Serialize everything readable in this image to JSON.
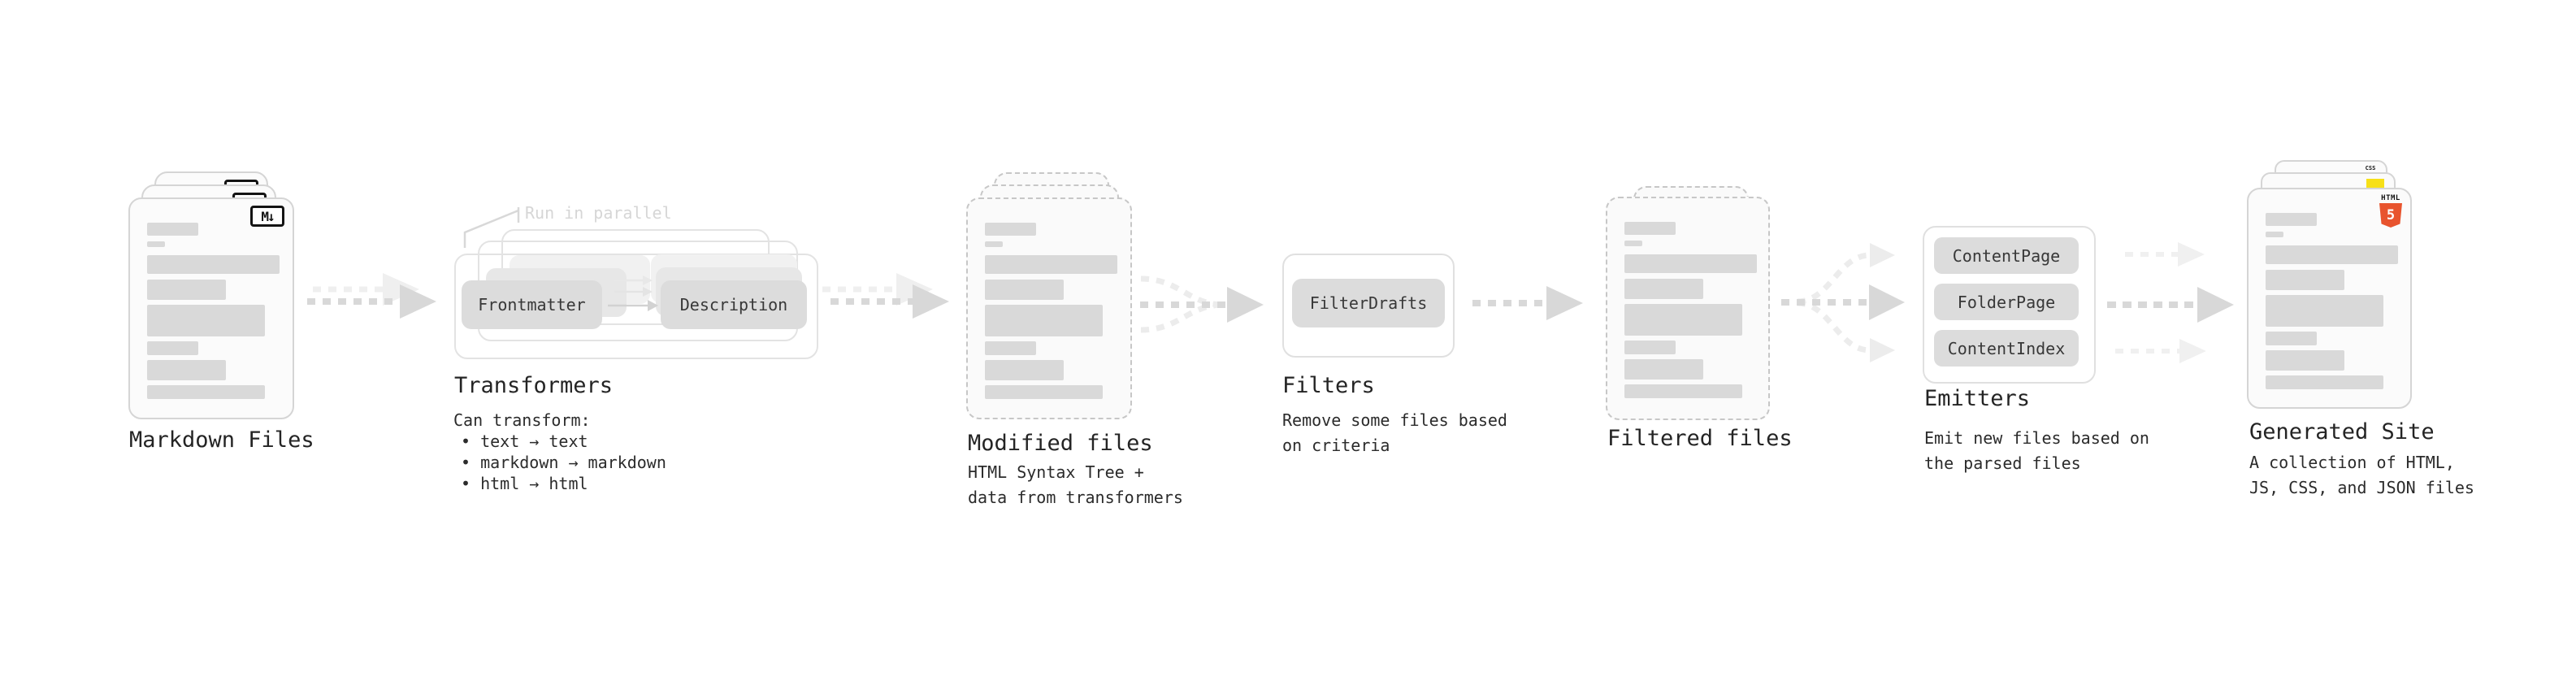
{
  "stages": {
    "markdown_files": {
      "label": "Markdown Files",
      "badge": "M↓"
    },
    "transformers": {
      "label": "Transformers",
      "annotation": "Run in parallel",
      "nodes": {
        "left": "Frontmatter",
        "right": "Description"
      },
      "description": {
        "title": "Can transform:",
        "bullets": [
          "• text → text",
          "• markdown → markdown",
          "• html → html"
        ]
      }
    },
    "modified_files": {
      "label": "Modified files",
      "description_lines": [
        "HTML Syntax Tree +",
        "data from transformers"
      ]
    },
    "filters": {
      "label": "Filters",
      "node": "FilterDrafts",
      "description_lines": [
        "Remove some files based",
        "on criteria"
      ]
    },
    "filtered_files": {
      "label": "Filtered files"
    },
    "emitters": {
      "label": "Emitters",
      "nodes": [
        "ContentPage",
        "FolderPage",
        "ContentIndex"
      ],
      "description_lines": [
        "Emit new files based on",
        "the parsed files"
      ]
    },
    "generated_site": {
      "label": "Generated Site",
      "description_lines": [
        "A collection of HTML,",
        "JS, CSS, and JSON files"
      ],
      "file_badges": {
        "css_label": "CSS",
        "html_label": "HTML",
        "html_number": "5"
      }
    }
  },
  "colors": {
    "arrow_dark": "#d8d8d8",
    "arrow_light": "#efefef",
    "bar_gray": "#d9d9d9",
    "node_gray": "#dcdcdc",
    "annotation_gray": "#d6d6d6",
    "html5_orange": "#e8542e",
    "js_yellow": "#f7e018",
    "css_blue": "#2760e6"
  }
}
